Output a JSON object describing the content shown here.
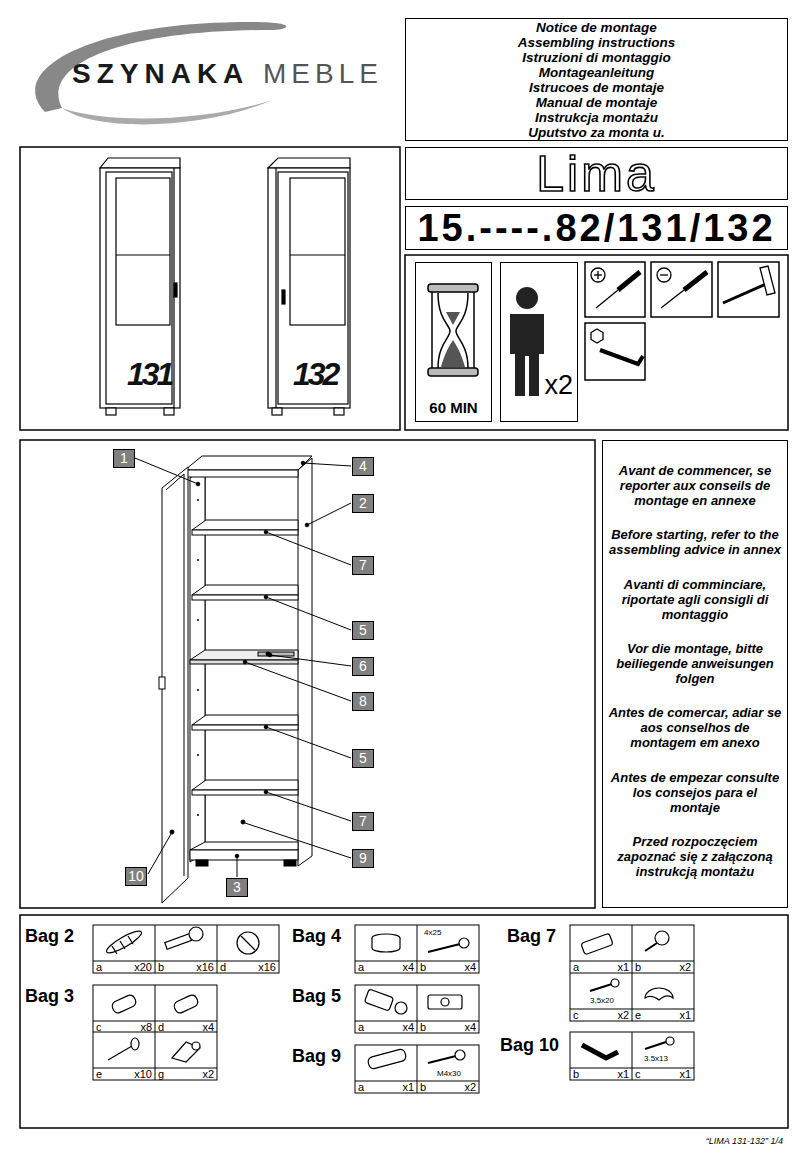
{
  "diagram": {
    "nodes": [
      {
        "text": [
          "Notice de montage",
          "Assembling instructions",
          "Istruzioni di montaggio",
          "Montageanleitung",
          "Istrucoes de montaje",
          "Manual de montaje",
          "Instrukcja montażu",
          "Uputstvo za monta u."
        ]
      },
      {
        "text": [
          "Lima"
        ]
      },
      {
        "text": [
          "15.----.82/131/132"
        ]
      },
      {
        "text": [
          "60 MIN"
        ]
      },
      {
        "text": [
          "x2"
        ]
      },
      {
        "text": [
          "Avant de commencer, se reporter aux conseils de montage en annexe",
          "Before starting, refer to the assembling advice in annex",
          "Avanti di comminciare, riportate agli consigli di montaggio",
          "Vor die montage, bitte beiliegende anweisungen folgen",
          "Antes de comercar, adiar se aos conselhos de montagem em anexo",
          "Antes de empezar consulte los consejos para el montaje",
          "Przed rozpoczęciem zapoznać się z załączoną instrukcją montażu"
        ]
      }
    ],
    "labels": [
      "SZYNAKA",
      "MEBLE",
      "131",
      "132",
      "1",
      "4",
      "2",
      "7",
      "5",
      "6",
      "8",
      "5",
      "7",
      "9",
      "10",
      "3",
      "Bag 2",
      "a",
      "x20",
      "b",
      "x16",
      "d",
      "x16",
      "Bag 3",
      "c",
      "x8",
      "d",
      "x4",
      "e",
      "x10",
      "g",
      "x2",
      "Bag 4",
      "4x25",
      "a",
      "x4",
      "b",
      "x4",
      "Bag 5",
      "a",
      "x4",
      "b",
      "x4",
      "Bag 9",
      "M4x30",
      "a",
      "x1",
      "b",
      "x2",
      "Bag 7",
      "a",
      "x1",
      "b",
      "x2",
      "3,5x20",
      "c",
      "x2",
      "e",
      "x1",
      "Bag 10",
      "3.5x13",
      "b",
      "x1",
      "c",
      "x1",
      "“LIMA 131-132” 1/4"
    ]
  }
}
